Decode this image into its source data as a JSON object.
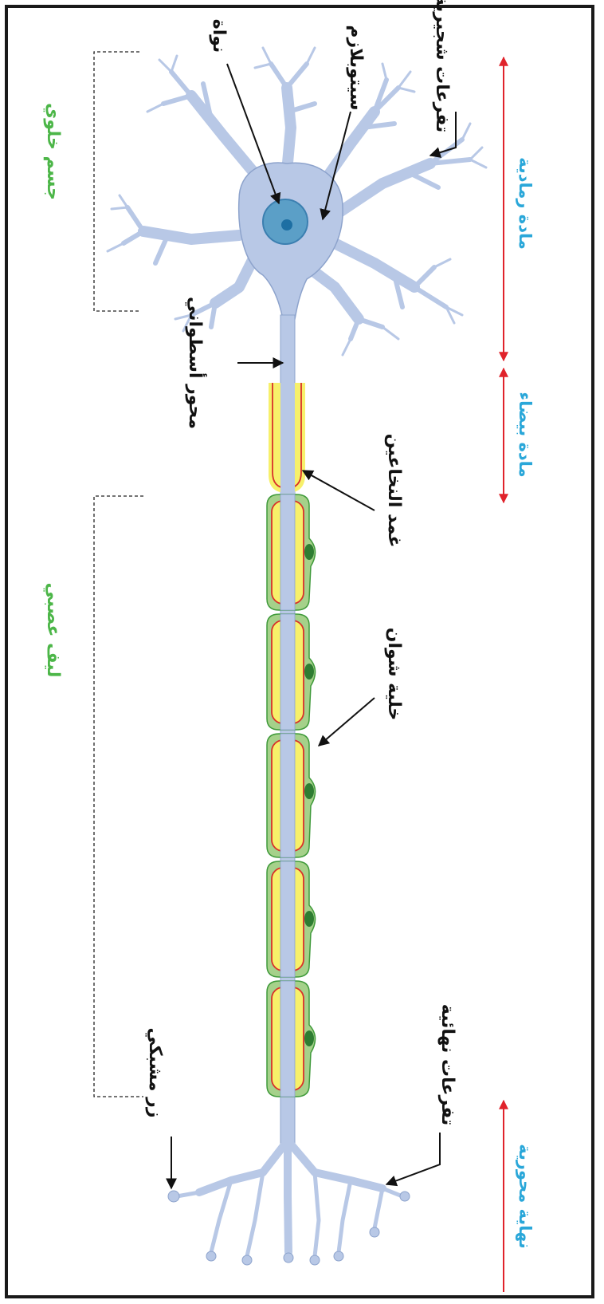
{
  "labels": {
    "dendrites": "تفرعات شجيرية",
    "cytoplasm": "سيتوبلازم",
    "nucleus": "نواة",
    "cell_body": "جسم خلوي",
    "axon": "محور أسطواني",
    "myelin": "غمد النخاعين",
    "schwann_cell": "خلية شوان",
    "nerve_fiber": "ليف عصبي",
    "terminal_branches": "تفرعات نهائية",
    "synaptic_button": "زر مشبكي",
    "gray_matter": "مادة رمادية",
    "white_matter": "مادة بيضاء",
    "axon_terminal": "نهاية محورية"
  },
  "colors": {
    "label_text": "#111111",
    "region_text": "#2aa7d9",
    "bracket_text": "#4cb648",
    "range_arrow": "#e0232b",
    "neuron_fill": "#b8c8e6",
    "neuron_stroke": "#8da3cc",
    "nucleus_fill": "#5b9fc7",
    "nucleolus_fill": "#1d6fa3",
    "myelin_fill": "#f7f06a",
    "myelin_line": "#d9302a",
    "schwann_fill": "#a5d18a",
    "schwann_stroke": "#3f9a3a",
    "schwann_nucleus": "#2e7d32"
  }
}
